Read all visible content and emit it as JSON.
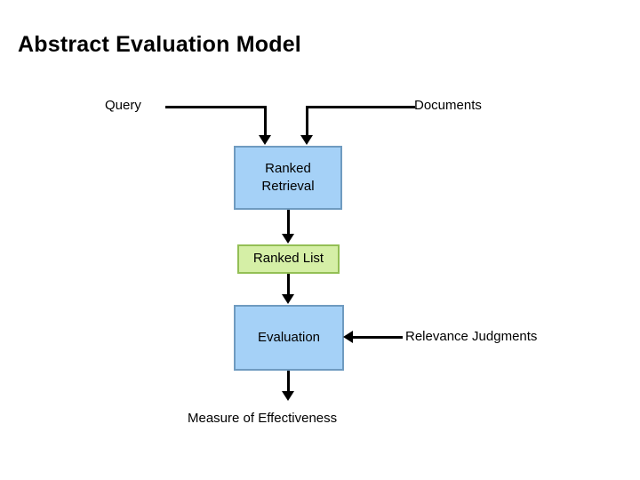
{
  "slide": {
    "title": "Abstract Evaluation Model",
    "background_color": "#ffffff",
    "text_color": "#000000"
  },
  "diagram": {
    "type": "flowchart",
    "direction": "top-to-bottom",
    "nodes": [
      {
        "id": "query",
        "label": "Query",
        "shape": "text",
        "fill": "none",
        "border": "none"
      },
      {
        "id": "documents",
        "label": "Documents",
        "shape": "text",
        "fill": "none",
        "border": "none"
      },
      {
        "id": "ranked-retrieval",
        "label": "Ranked\nRetrieval",
        "shape": "rectangle",
        "fill": "#a5d1f7",
        "border": "#6f9bc0"
      },
      {
        "id": "ranked-list",
        "label": "Ranked List",
        "shape": "rectangle",
        "fill": "#d5efa6",
        "border": "#93bf55"
      },
      {
        "id": "evaluation",
        "label": "Evaluation",
        "shape": "rectangle",
        "fill": "#a5d1f7",
        "border": "#6f9bc0"
      },
      {
        "id": "relevance-judgments",
        "label": "Relevance Judgments",
        "shape": "text",
        "fill": "none",
        "border": "none"
      },
      {
        "id": "measure-of-effectiveness",
        "label": "Measure of Effectiveness",
        "shape": "text",
        "fill": "none",
        "border": "none"
      }
    ],
    "edges": [
      {
        "from": "query",
        "to": "ranked-retrieval",
        "style": "elbow",
        "arrow": "down"
      },
      {
        "from": "documents",
        "to": "ranked-retrieval",
        "style": "elbow",
        "arrow": "down"
      },
      {
        "from": "ranked-retrieval",
        "to": "ranked-list",
        "style": "straight",
        "arrow": "down"
      },
      {
        "from": "ranked-list",
        "to": "evaluation",
        "style": "straight",
        "arrow": "down"
      },
      {
        "from": "relevance-judgments",
        "to": "evaluation",
        "style": "straight",
        "arrow": "left"
      },
      {
        "from": "evaluation",
        "to": "measure-of-effectiveness",
        "style": "straight",
        "arrow": "down"
      }
    ]
  }
}
